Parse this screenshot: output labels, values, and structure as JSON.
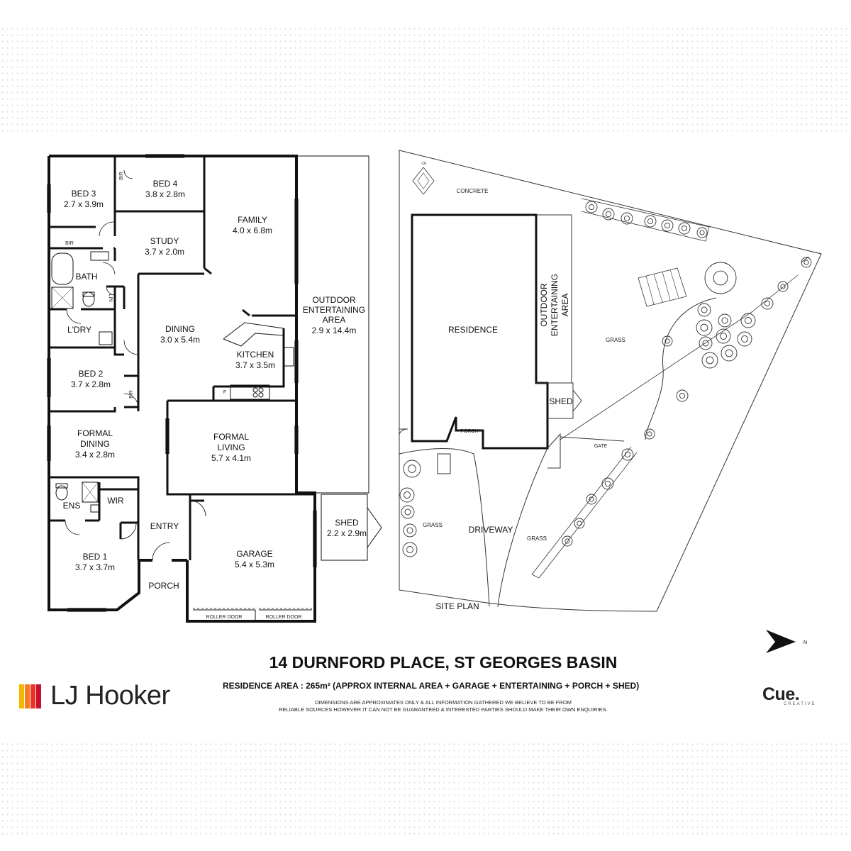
{
  "floor_plan": {
    "rooms": {
      "bed3": {
        "name": "BED 3",
        "size": "2.7 x 3.9m"
      },
      "bed4": {
        "name": "BED 4",
        "size": "3.8 x 2.8m"
      },
      "family": {
        "name": "FAMILY",
        "size": "4.0 x 6.8m"
      },
      "study": {
        "name": "STUDY",
        "size": "3.7 x 2.0m"
      },
      "bath": {
        "name": "BATH"
      },
      "ldry": {
        "name": "L'DRY"
      },
      "dining": {
        "name": "DINING",
        "size": "3.0 x 5.4m"
      },
      "kitchen": {
        "name": "KITCHEN",
        "size": "3.7 x 3.5m"
      },
      "outdoor": {
        "name_line1": "OUTDOOR",
        "name_line2": "ENTERTAINING",
        "name_line3": "AREA",
        "size": "2.9 x 14.4m"
      },
      "bed2": {
        "name": "BED 2",
        "size": "3.7 x 2.8m"
      },
      "formal_dining": {
        "name_line1": "FORMAL",
        "name_line2": "DINING",
        "size": "3.4 x 2.8m"
      },
      "formal_living": {
        "name_line1": "FORMAL",
        "name_line2": "LIVING",
        "size": "5.7 x 4.1m"
      },
      "ens": {
        "name": "ENS"
      },
      "wir": {
        "name": "WIR"
      },
      "entry": {
        "name": "ENTRY"
      },
      "bed1": {
        "name": "BED 1",
        "size": "3.7 x 3.7m"
      },
      "porch": {
        "name": "PORCH"
      },
      "garage": {
        "name": "GARAGE",
        "size": "5.4 x 5.3m"
      },
      "shed": {
        "name": "SHED",
        "size": "2.2 x 2.9m"
      }
    },
    "small_labels": {
      "bir": "BIR",
      "lin": "LIN",
      "fridge": "F",
      "roller_door": "ROLLER DOOR"
    }
  },
  "site_plan": {
    "title": "SITE PLAN",
    "residence": "RESIDENCE",
    "porch": "PORCH",
    "shed": "SHED",
    "outdoor_line1": "OUTDOOR",
    "outdoor_line2": "ENTERTAINING",
    "outdoor_line3": "AREA",
    "concrete": "CONCRETE",
    "grass": "GRASS",
    "driveway": "DRIVEWAY",
    "gate": "GATE",
    "compass_small": "CK",
    "north": "N"
  },
  "address": "14 DURNFORD PLACE, ST GEORGES BASIN",
  "residence_area": "RESIDENCE AREA :  265m²  (APPROX INTERNAL AREA + GARAGE + ENTERTAINING + PORCH + SHED)",
  "disclaimer_line1": "DIMENSIONS ARE APPROXIMATES ONLY & ALL INFORMATION GATHERED WE BELIEVE TO BE FROM",
  "disclaimer_line2": "RELIABLE SOURCES HOWEVER IT CAN NOT BE GUARANTEED & INTERESTED PARTIES SHOULD MAKE THEIR OWN ENQUIRIES.",
  "brand": {
    "name": "LJ Hooker",
    "bar_colors": [
      "#f7b500",
      "#f47b20",
      "#ee3124",
      "#c8102e"
    ]
  },
  "creator": {
    "name": "Cue.",
    "sub": "CREATIVE"
  }
}
